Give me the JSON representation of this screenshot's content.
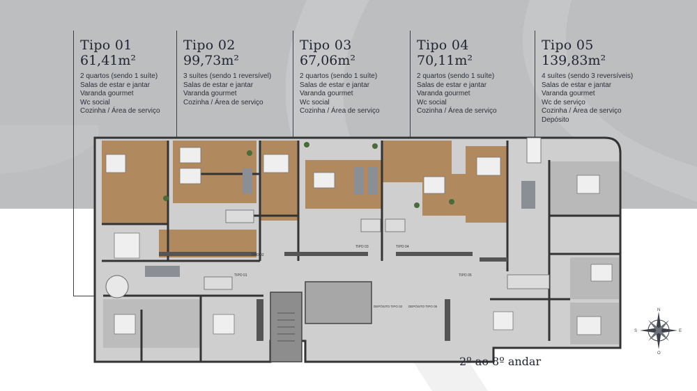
{
  "types": [
    {
      "title": "Tipo 01",
      "area": "61,41m²",
      "features": [
        "2 quartos (sendo 1 suíte)",
        "Salas de estar e jantar",
        "Varanda gourmet",
        "Wc social",
        "Cozinha / Área de serviço"
      ]
    },
    {
      "title": "Tipo 02",
      "area": "99,73m²",
      "features": [
        "3 suítes (sendo 1 reversível)",
        "Salas de estar e jantar",
        "Varanda gourmet",
        "Cozinha / Área de serviço"
      ]
    },
    {
      "title": "Tipo 03",
      "area": "67,06m²",
      "features": [
        "2 quartos (sendo 1 suíte)",
        "Salas de estar e jantar",
        "Varanda gourmet",
        "Wc social",
        "Cozinha / Área de serviço"
      ]
    },
    {
      "title": "Tipo 04",
      "area": "70,11m²",
      "features": [
        "2 quartos (sendo 1 suíte)",
        "Salas de estar e jantar",
        "Varanda gourmet",
        "Wc social",
        "Cozinha / Área de serviço"
      ]
    },
    {
      "title": "Tipo 05",
      "area": "139,83m²",
      "features": [
        "4 suítes (sendo 3 reversíveis)",
        "Salas de estar e jantar",
        "Varanda gourmet",
        "Wc de serviço",
        "Cozinha / Área de serviço",
        "Depósito"
      ]
    }
  ],
  "plan_labels": {
    "tipo02": "TIPO 02",
    "tipo01": "TIPO 01",
    "tipo03": "TIPO 03",
    "tipo04": "TIPO 04",
    "tipo05": "TIPO 05",
    "deposito02": "DEPÓSITO TIPO 02",
    "deposito05": "DEPÓSITO TIPO 05"
  },
  "floor_label": "2º ao 8º andar",
  "compass": {
    "n": "N",
    "s": "S",
    "e": "E",
    "w": "O"
  },
  "colors": {
    "background_top": "#bdbec0",
    "ink": "#1f2430",
    "wood": "#b08a5e",
    "floor": "#cfcfcf",
    "wall": "#333333"
  }
}
